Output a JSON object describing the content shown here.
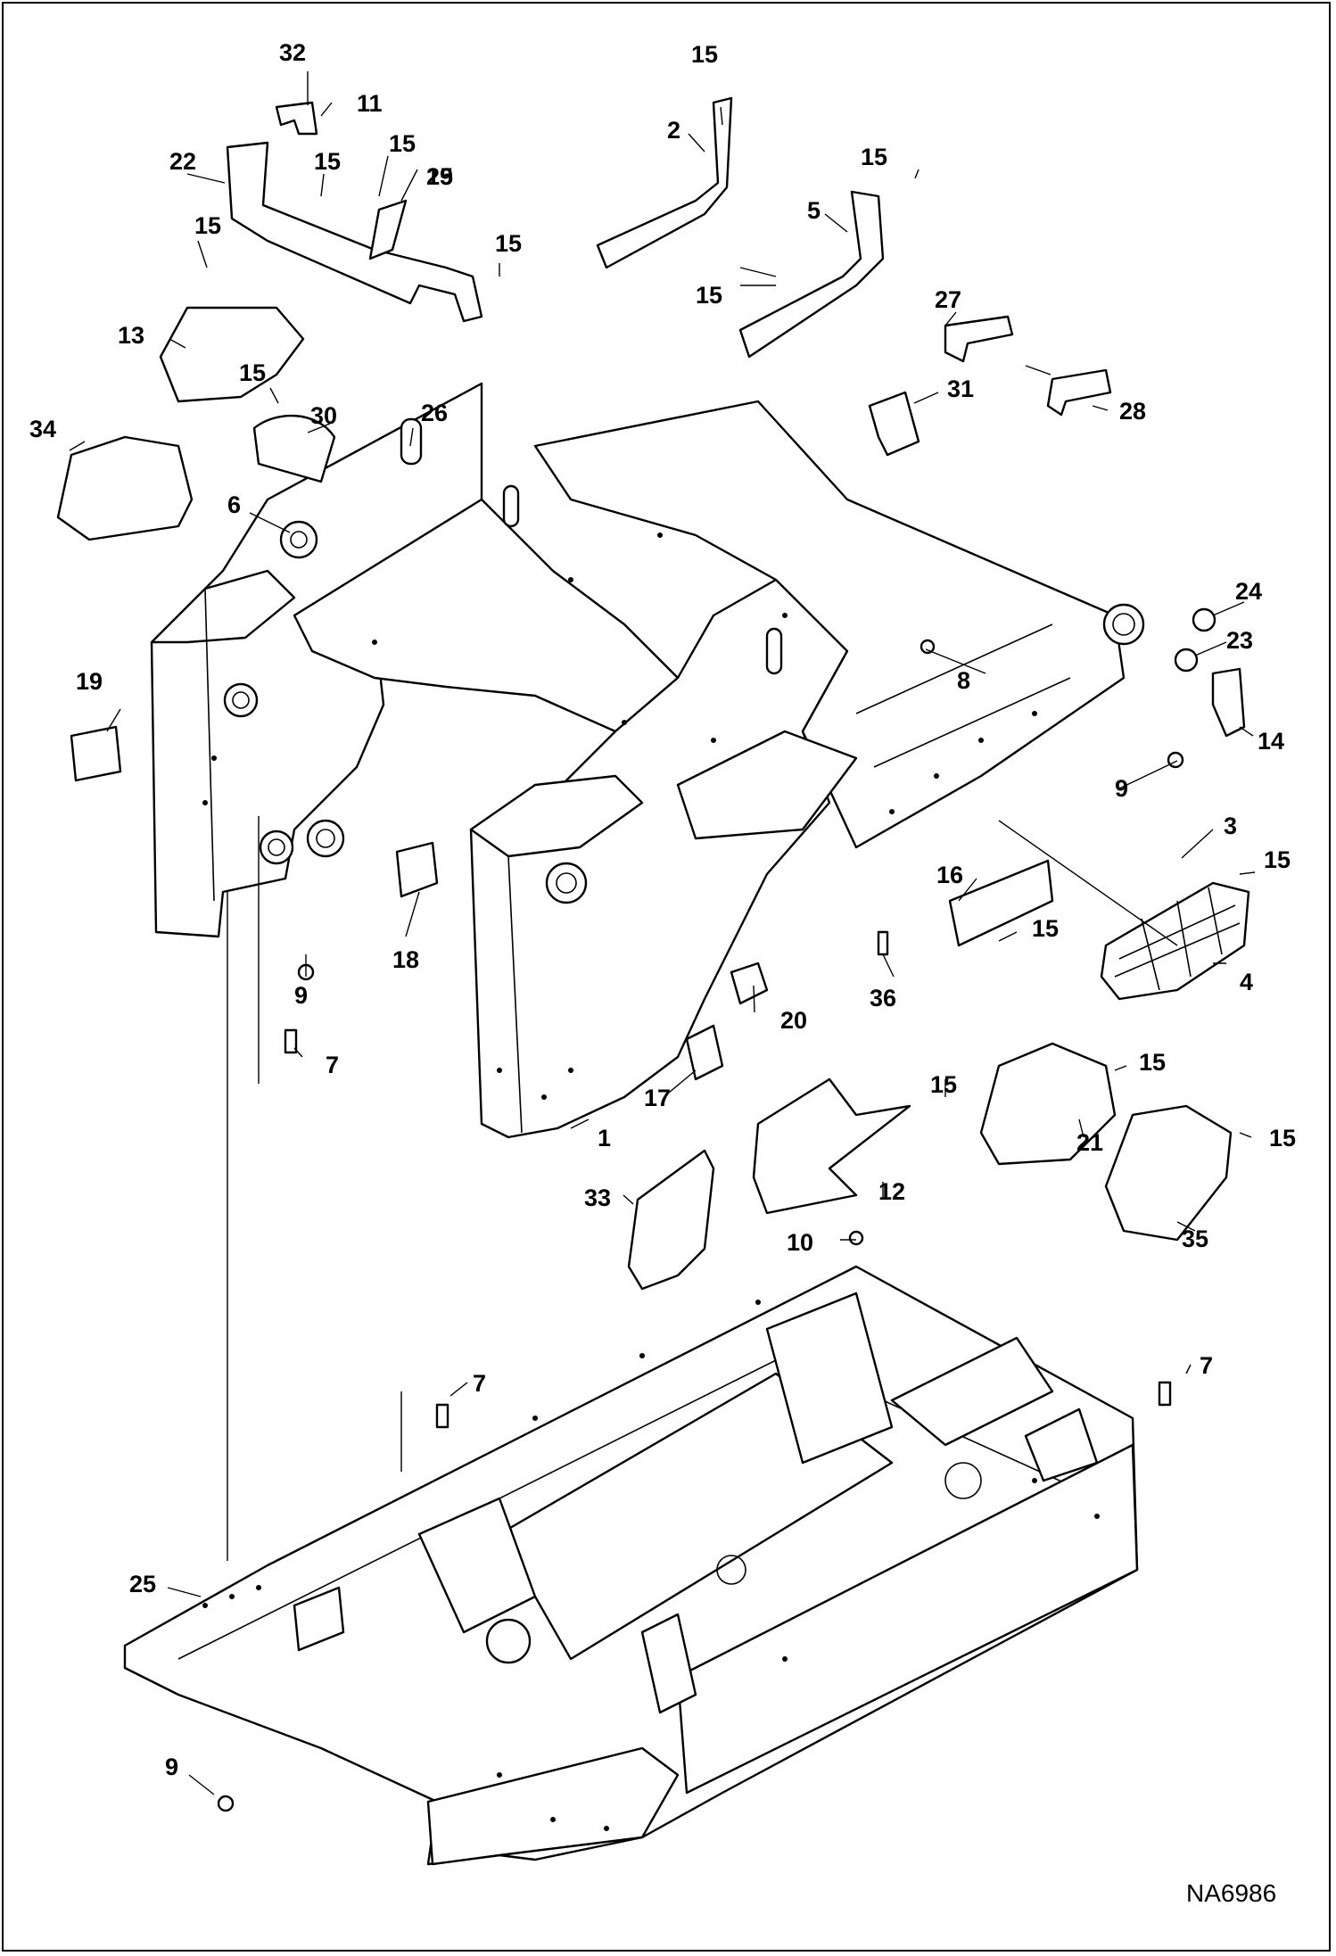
{
  "figure": {
    "drawing_code": "NA6986",
    "callouts": [
      "32",
      "11",
      "15",
      "15",
      "22",
      "15",
      "29",
      "15",
      "15",
      "13",
      "15",
      "30",
      "26",
      "34",
      "6",
      "2",
      "15",
      "5",
      "15",
      "27",
      "15",
      "31",
      "28",
      "24",
      "23",
      "8",
      "14",
      "19",
      "9",
      "3",
      "15",
      "16",
      "15",
      "4",
      "18",
      "9",
      "7",
      "20",
      "36",
      "17",
      "1",
      "15",
      "21",
      "15",
      "15",
      "33",
      "12",
      "35",
      "10",
      "7",
      "7",
      "25",
      "9"
    ]
  }
}
